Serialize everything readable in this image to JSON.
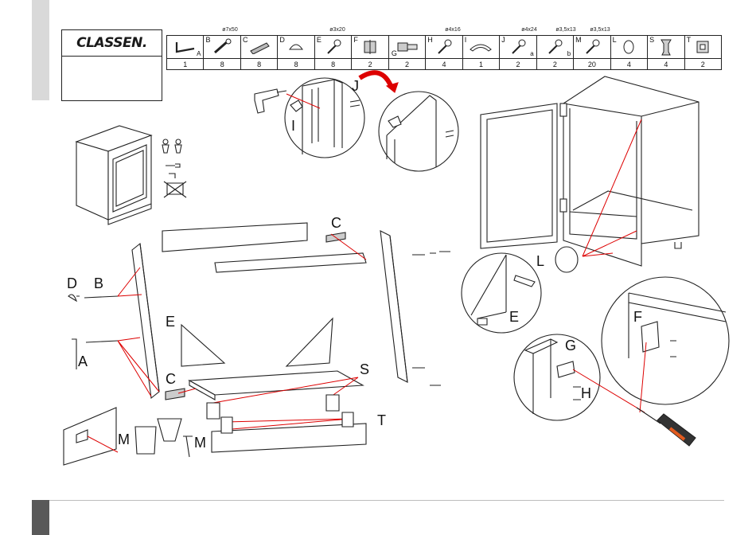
{
  "brand": {
    "logo_text": "CLASSEN."
  },
  "parts_specs": [
    {
      "text": "ø7x50"
    },
    {
      "text": "ø3x20"
    },
    {
      "text": "ø4x16"
    },
    {
      "text": "ø4x24"
    },
    {
      "text": "ø3,5x13"
    },
    {
      "text": "ø3,5x13"
    }
  ],
  "parts": [
    {
      "letter": "",
      "sub": "A",
      "count": "1",
      "icon": "allen-key-icon"
    },
    {
      "letter": "B",
      "sub": "",
      "count": "8",
      "icon": "bolt-icon"
    },
    {
      "letter": "C",
      "sub": "",
      "count": "8",
      "icon": "dowel-icon"
    },
    {
      "letter": "D",
      "sub": "",
      "count": "8",
      "icon": "cap-icon"
    },
    {
      "letter": "E",
      "sub": "",
      "count": "8",
      "icon": "screw-icon"
    },
    {
      "letter": "F",
      "sub": "",
      "count": "2",
      "icon": "hinge-plate-icon"
    },
    {
      "letter": "",
      "sub": "",
      "low": "G",
      "count": "2",
      "icon": "hinge-icon"
    },
    {
      "letter": "H",
      "sub": "",
      "count": "4",
      "icon": "screw-icon"
    },
    {
      "letter": "I",
      "sub": "",
      "count": "1",
      "icon": "handle-icon"
    },
    {
      "letter": "J",
      "sub": "a",
      "count": "2",
      "icon": "screw-icon"
    },
    {
      "letter": "",
      "sub": "b",
      "count": "2",
      "icon": "screw-icon"
    },
    {
      "letter": "M",
      "sub": "",
      "count": "20",
      "icon": "screw-icon"
    },
    {
      "letter": "L",
      "sub": "",
      "count": "4",
      "icon": "cap-round-icon"
    },
    {
      "letter": "S",
      "sub": "",
      "count": "4",
      "icon": "leg-icon"
    },
    {
      "letter": "T",
      "sub": "",
      "count": "2",
      "icon": "clip-icon"
    }
  ],
  "callouts": {
    "J": "J",
    "I": "I",
    "C_top": "C",
    "L": "L",
    "D": "D",
    "B": "B",
    "E_left": "E",
    "E_right": "E",
    "A": "A",
    "C_bottom": "C",
    "S": "S",
    "T": "T",
    "M_left": "M",
    "M_right": "M",
    "F": "F",
    "G": "G",
    "H": "H"
  }
}
